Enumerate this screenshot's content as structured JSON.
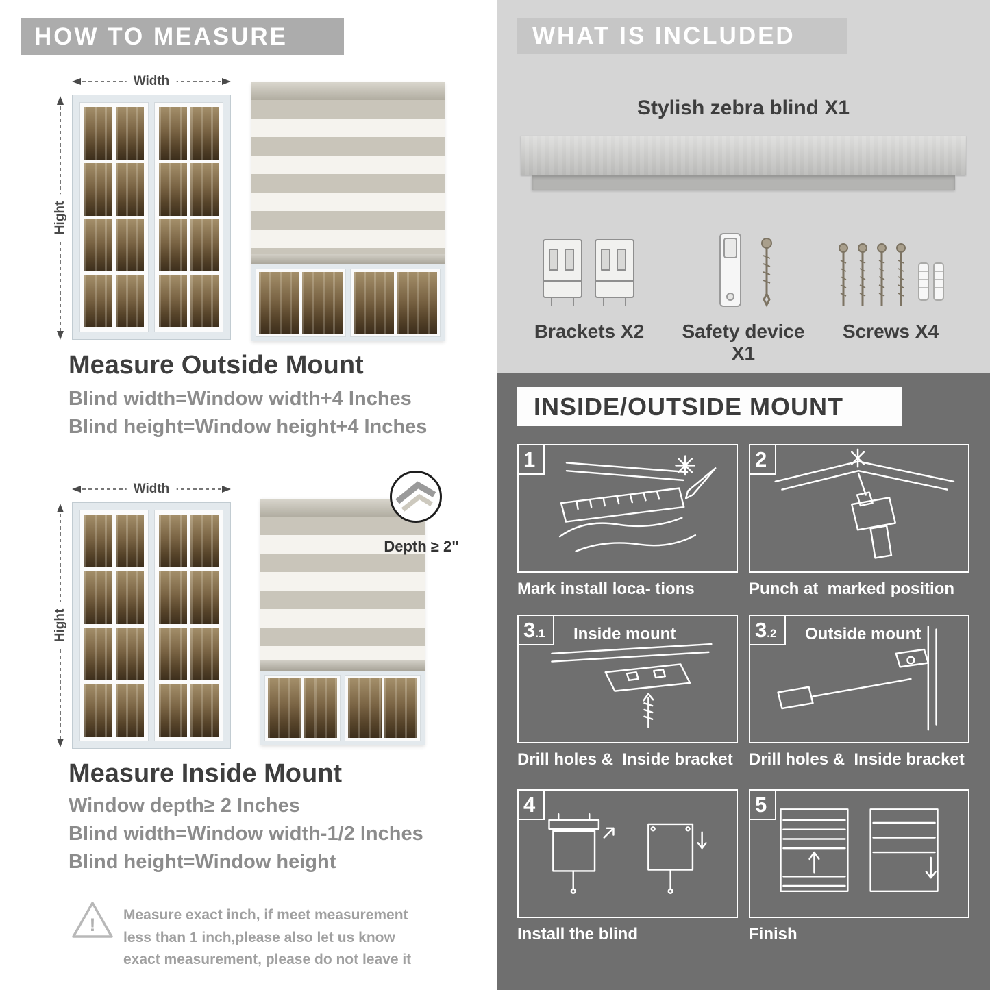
{
  "left": {
    "header": "HOW TO MEASURE",
    "outside": {
      "width_label": "Width",
      "height_label": "Hight",
      "title": "Measure Outside Mount",
      "line1": "Blind width=Window width+4 Inches",
      "line2": "Blind height=Window height+4 Inches"
    },
    "inside": {
      "width_label": "Width",
      "height_label": "Hight",
      "depth_label": "Depth ≥ 2\"",
      "title": "Measure Inside Mount",
      "line1": "Window depth≥ 2 Inches",
      "line2": "Blind width=Window width-1/2 Inches",
      "line3": "Blind height=Window height"
    },
    "warning_text": "Measure exact inch, if meet measurement less than 1 inch,please also let us know exact measurement, please do not leave it"
  },
  "right": {
    "included": {
      "header": "WHAT IS INCLUDED",
      "blind_label": "Stylish zebra blind X1",
      "brackets_label": "Brackets X2",
      "safety_label": "Safety device X1",
      "screws_label": "Screws X4"
    },
    "mount": {
      "header": "INSIDE/OUTSIDE MOUNT",
      "steps": [
        {
          "num": "1",
          "caption": "Mark install loca- tions"
        },
        {
          "num": "2",
          "caption": "Punch at  marked position"
        },
        {
          "num": "3",
          "sub": ".1",
          "title": "Inside mount",
          "caption": "Drill holes &  Inside bracket"
        },
        {
          "num": "3",
          "sub": ".2",
          "title": "Outside mount",
          "caption": "Drill holes &  Inside bracket"
        },
        {
          "num": "4",
          "caption": "Install the blind"
        },
        {
          "num": "5",
          "caption": "Finish"
        }
      ]
    }
  },
  "colors": {
    "left_banner": "#acacac",
    "included_bg": "#d5d5d5",
    "included_banner": "#c6c6c6",
    "mount_bg": "#6f6f6f",
    "heading_dark": "#3e3e3e",
    "body_gray": "#8c8c8c"
  }
}
